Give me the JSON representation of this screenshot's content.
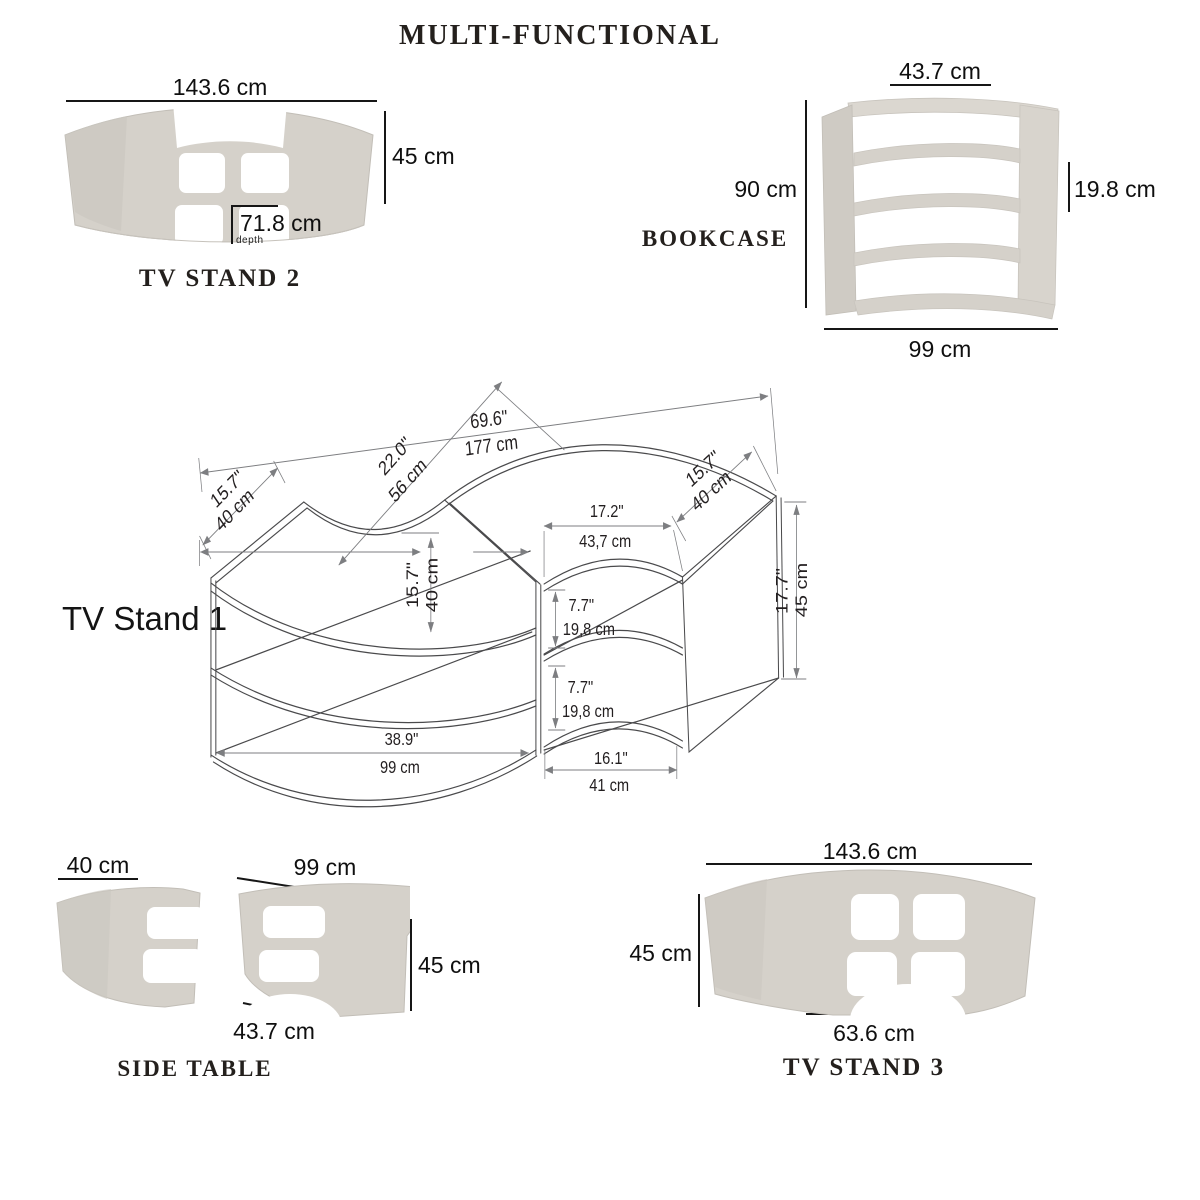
{
  "title": "MULTI-FUNCTIONAL",
  "colors": {
    "furniture_beige": "#d5d1ca",
    "furniture_shade": "#c9c5be",
    "wireframe_line": "#4a4a4c",
    "dimension_line": "#7d7e81",
    "text": "#231f20"
  },
  "tv_stand_2": {
    "name": "TV STAND 2",
    "width": "143.6 cm",
    "height": "45 cm",
    "depth": "71.8 cm",
    "depth_caption": "depth"
  },
  "bookcase": {
    "name": "BOOKCASE",
    "top_width": "43.7 cm",
    "height": "90 cm",
    "shelf_height": "19.8 cm",
    "bottom_width": "99 cm"
  },
  "tv_stand_1": {
    "name": "TV Stand 1",
    "dims": {
      "total_in": "69.6\"",
      "total_cm": "177 cm",
      "curve_in": "22.0\"",
      "curve_cm": "56 cm",
      "left_depth_in": "15.7\"",
      "left_depth_cm": "40 cm",
      "right_depth_in": "15.7\"",
      "right_depth_cm": "40 cm",
      "inner_height_in": "15.7\"",
      "inner_height_cm": "40 cm",
      "opening_in": "17.2\"",
      "opening_cm": "43,7 cm",
      "shelf_upper_in": "7.7\"",
      "shelf_upper_cm": "19,8 cm",
      "shelf_lower_in": "7.7\"",
      "shelf_lower_cm": "19,8 cm",
      "side_height_in": "17.7\"",
      "side_height_cm": "45 cm",
      "left_width_in": "38.9\"",
      "left_width_cm": "99 cm",
      "right_width_in": "16.1\"",
      "right_width_cm": "41 cm"
    }
  },
  "side_table": {
    "name": "SIDE TABLE",
    "depth": "40 cm",
    "width": "99 cm",
    "height": "45 cm",
    "corner_width": "43.7 cm"
  },
  "tv_stand_3": {
    "name": "TV STAND 3",
    "width": "143.6 cm",
    "height": "45 cm",
    "base_width": "63.6 cm"
  }
}
